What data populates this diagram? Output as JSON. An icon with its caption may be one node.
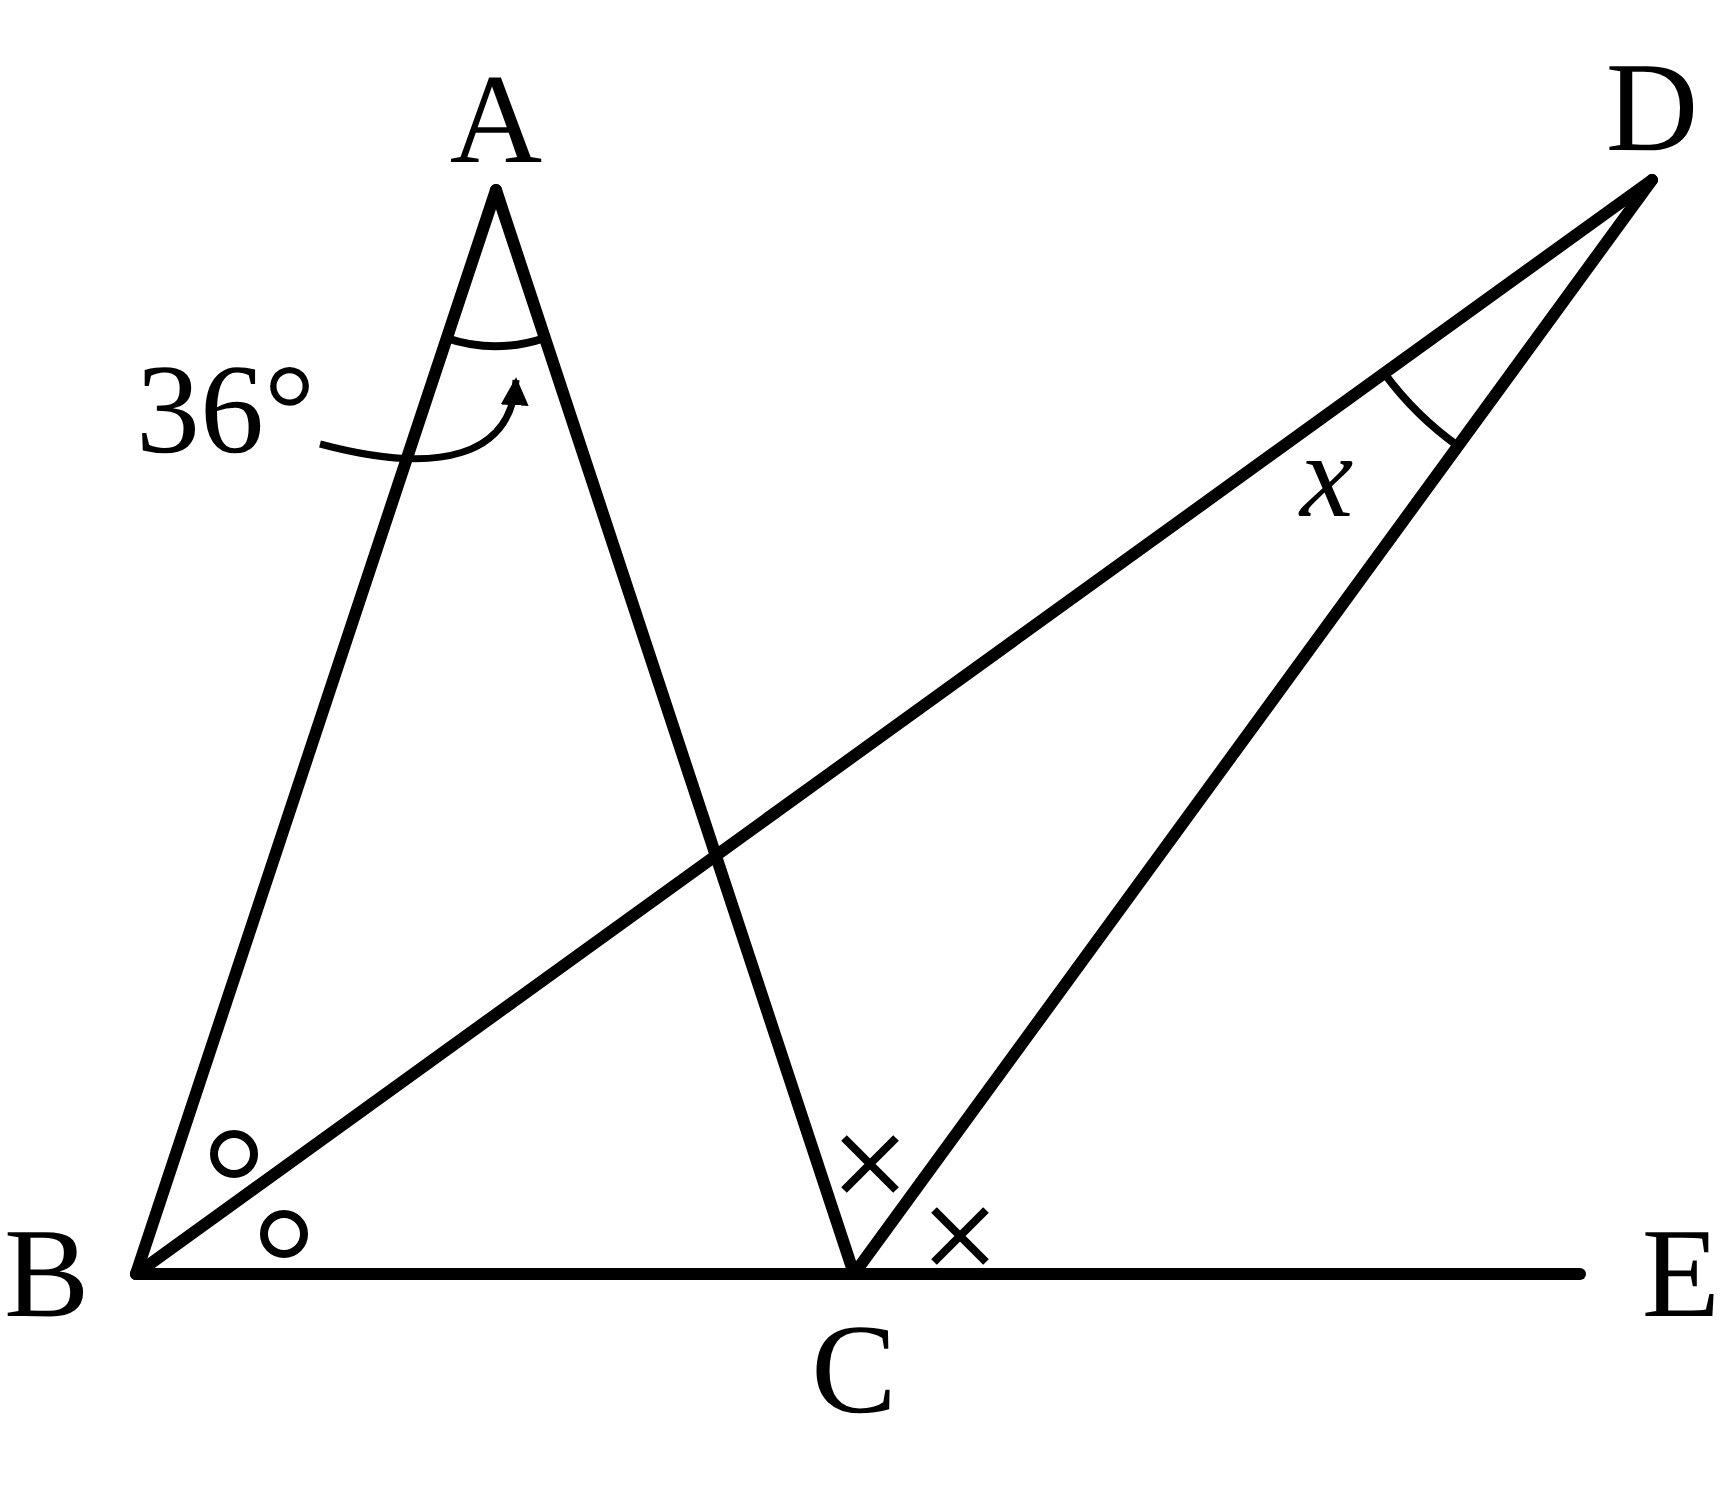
{
  "diagram": {
    "nodes": [
      {
        "text": [
          "A"
        ]
      },
      {
        "text": [
          "B"
        ]
      },
      {
        "text": [
          "C"
        ]
      },
      {
        "text": [
          "D"
        ]
      },
      {
        "text": [
          "E"
        ]
      },
      {
        "text": [
          "36°"
        ]
      }
    ],
    "edges": [
      {
        "from": 0,
        "to": 1,
        "arrow": "none"
      },
      {
        "from": 0,
        "to": 2,
        "arrow": "none"
      },
      {
        "from": 1,
        "to": 2,
        "arrow": "none"
      },
      {
        "from": 2,
        "to": 4,
        "arrow": "none"
      },
      {
        "from": 1,
        "to": 3,
        "arrow": "none"
      },
      {
        "from": 2,
        "to": 3,
        "arrow": "none"
      },
      {
        "from": 5,
        "to": null,
        "arrow": "to"
      }
    ],
    "labels": [
      "x"
    ]
  }
}
